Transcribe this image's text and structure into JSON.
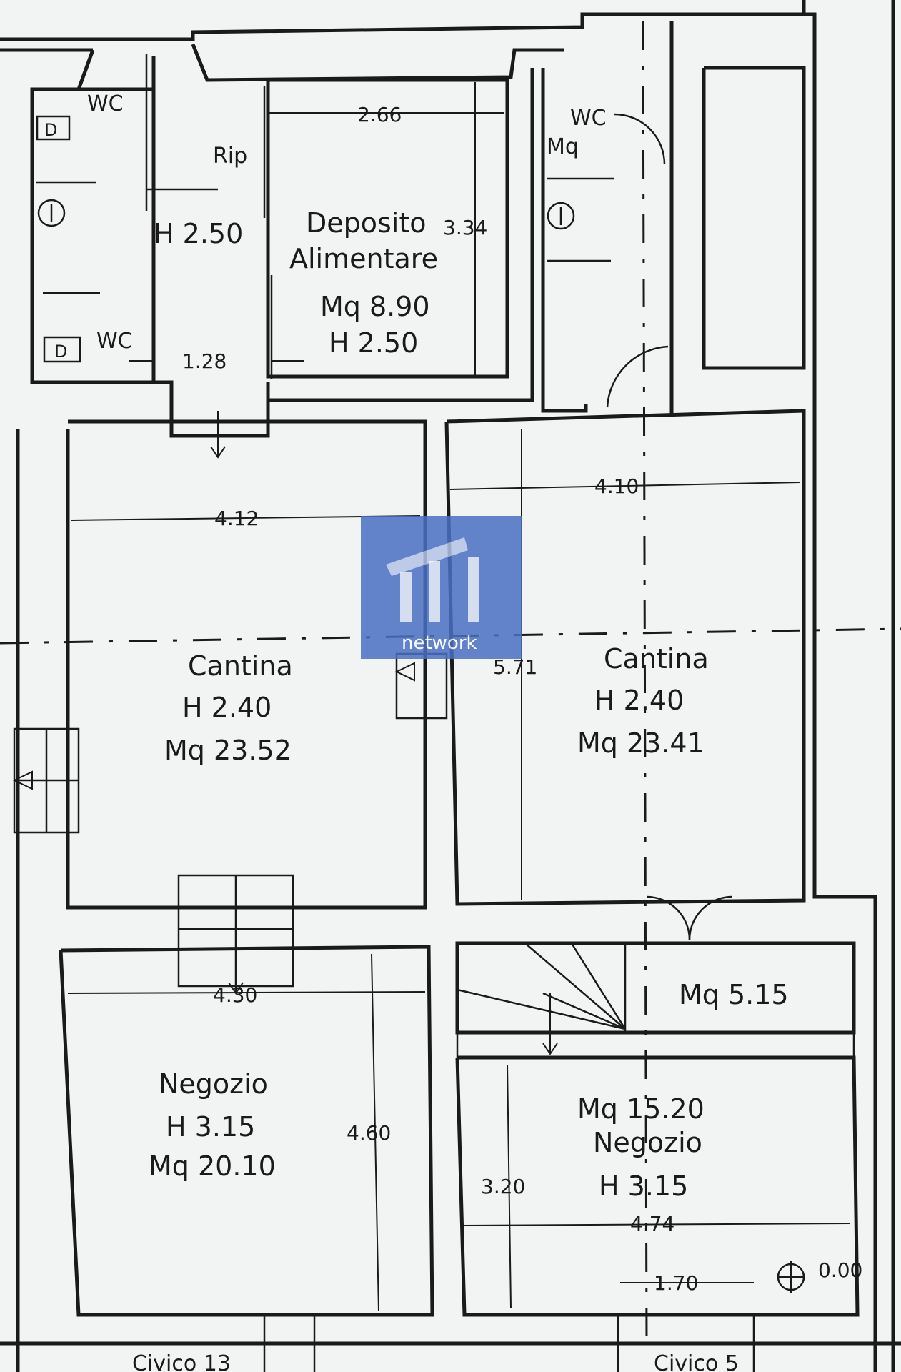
{
  "rooms": {
    "wc_top_left": {
      "name": "WC"
    },
    "rip": {
      "name": "Rip"
    },
    "wc_bottom_left": {
      "name": "WC"
    },
    "corridor_height": "H 2.50",
    "corridor_width": "1.28",
    "deposito": {
      "name_line1": "Deposito",
      "name_line2": "Alimentare",
      "area": "Mq 8.90",
      "height": "H 2.50",
      "width": "2.66",
      "depth": "3.34"
    },
    "wc_right": {
      "name": "WC",
      "area": "Mq"
    },
    "cantina_left": {
      "name": "Cantina",
      "height": "H 2.40",
      "area": "Mq 23.52",
      "width": "4.12"
    },
    "cantina_right": {
      "name": "Cantina",
      "height": "H 2.40",
      "area": "Mq 23.41",
      "width": "4.10",
      "depth": "5.71"
    },
    "landing": {
      "area": "Mq 5.15"
    },
    "negozio_left": {
      "name": "Negozio",
      "height": "H 3.15",
      "area": "Mq 20.10",
      "width": "4.30",
      "depth": "4.60"
    },
    "negozio_right": {
      "name": "Negozio",
      "height": "H 3.15",
      "area": "Mq 15.20",
      "width": "4.74",
      "depth": "3.20",
      "opening": "1.70"
    }
  },
  "level_marker": "0.00",
  "street_numbers": {
    "left": "Civico 13",
    "right": "Civico 5"
  },
  "watermark": {
    "text": "network",
    "color": "#4a6fc4"
  },
  "symbols": {
    "door_icon": "D",
    "fan_icon": "vent-icon"
  }
}
